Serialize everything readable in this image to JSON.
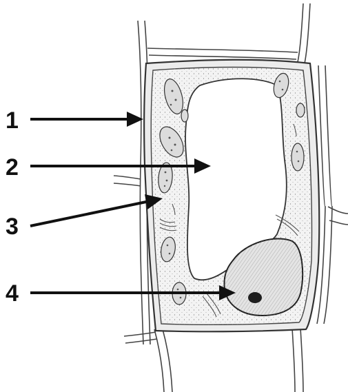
{
  "labels": [
    "1",
    "2",
    "3",
    "4"
  ],
  "colors": {
    "ink": "#1a1a1a",
    "wall": "#3a3a3a",
    "cytoplasm": "#f4f4f4",
    "vacuole": "#ffffff",
    "chloroplast": "#d8d8d8",
    "nucleus": "#e6e6e6",
    "nucleolus": "#202020"
  }
}
